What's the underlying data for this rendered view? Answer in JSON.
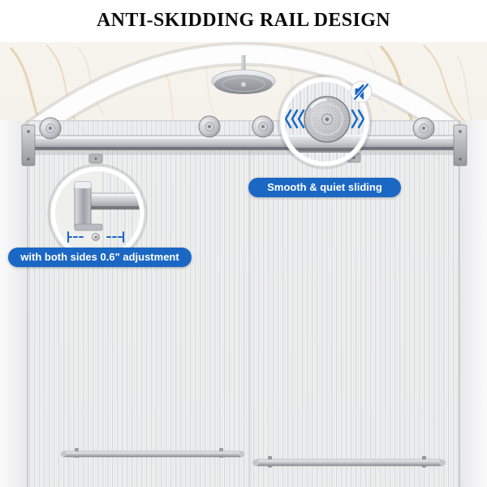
{
  "title": "ANTI-SKIDDING RAIL DESIGN",
  "callouts": {
    "sliding": {
      "label": "Smooth & quiet sliding"
    },
    "adjustment": {
      "label": "with both sides 0.6\" adjustment"
    }
  },
  "icons": {
    "mute": "muted-speaker-icon",
    "motion_left": "double-chevron-left-icon",
    "motion_right": "double-chevron-right-icon"
  },
  "colors": {
    "accent_blue": "#1b67c4",
    "label_text_color": "#ffffff",
    "title_color": "#0b0b0b"
  }
}
